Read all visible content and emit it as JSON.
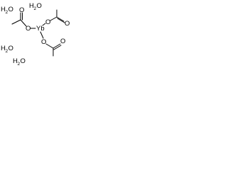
{
  "water_molecules": [
    {
      "H": "H",
      "sub": "2",
      "O": "O"
    },
    {
      "H": "H",
      "sub": "2",
      "O": "O"
    },
    {
      "H": "H",
      "sub": "2",
      "O": "O"
    },
    {
      "H": "H",
      "sub": "2",
      "O": "O"
    }
  ],
  "center_atom": "Yb",
  "acetate_ligands": [
    {
      "ester_O": "O",
      "carbonyl_O": "O"
    },
    {
      "ester_O": "O",
      "carbonyl_O": "O"
    },
    {
      "ester_O": "O",
      "carbonyl_O": "O"
    }
  ]
}
